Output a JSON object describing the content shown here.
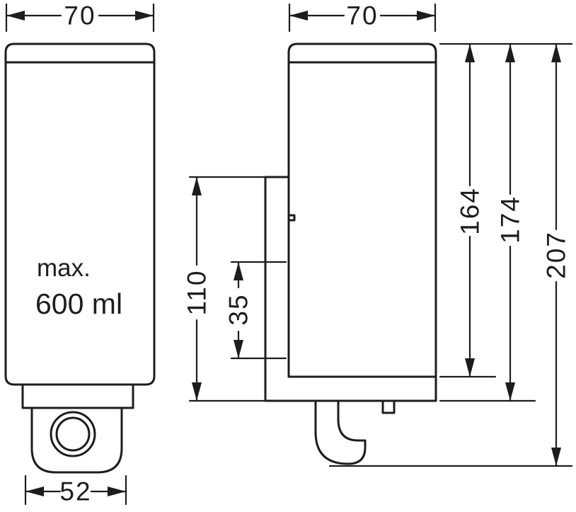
{
  "front_view": {
    "width_label": "70",
    "spout_width_label": "52",
    "capacity": {
      "line1": "max.",
      "line2": "600 ml"
    }
  },
  "side_view": {
    "depth_label": "70",
    "bracket_height_label": "110",
    "hole_spacing_label": "35",
    "body_height_label": "164",
    "bracket_bottom_label": "174",
    "total_height_label": "207"
  }
}
